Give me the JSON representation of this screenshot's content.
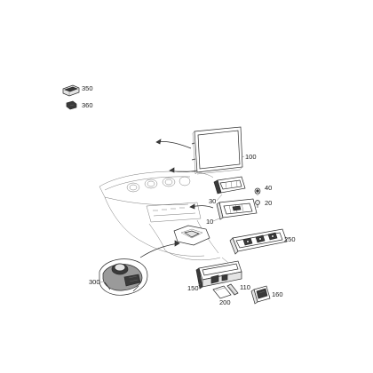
{
  "diagram": {
    "callouts": {
      "c100": "100",
      "c10": "10",
      "c20": "20",
      "c30": "30",
      "c40": "40",
      "c110": "110",
      "c150": "150",
      "c160": "160",
      "c200": "200",
      "c250": "250",
      "c300": "300",
      "c350": "350",
      "c360": "360"
    }
  }
}
